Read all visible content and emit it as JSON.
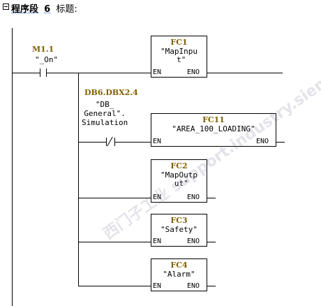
{
  "header": {
    "collapse_icon": "minus-box-icon",
    "network_word": "程序段",
    "network_number": "6",
    "title_label": "标题:"
  },
  "contact_m1_1": {
    "address": "M1.1",
    "symbol": "\"_On\""
  },
  "contact_db6": {
    "address": "DB6.DBX2.4",
    "symbol": "\"DB_\nGeneral\".\nSimulation"
  },
  "blocks": [
    {
      "name": "FC1",
      "symbol": "\"MapInpu\n t\"",
      "en": "EN",
      "eno": "ENO"
    },
    {
      "name": "FC11",
      "symbol": "\"AREA_100_LOADING\"",
      "en": "EN",
      "eno": "ENO"
    },
    {
      "name": "FC2",
      "symbol": "\"MapOutp\n ut\"",
      "en": "EN",
      "eno": "ENO"
    },
    {
      "name": "FC3",
      "symbol": "\"Safety\"",
      "en": "EN",
      "eno": "ENO"
    },
    {
      "name": "FC4",
      "symbol": "\"Alarm\"",
      "en": "EN",
      "eno": "ENO"
    }
  ],
  "watermark": "西门子工业 support.industry.siemens"
}
